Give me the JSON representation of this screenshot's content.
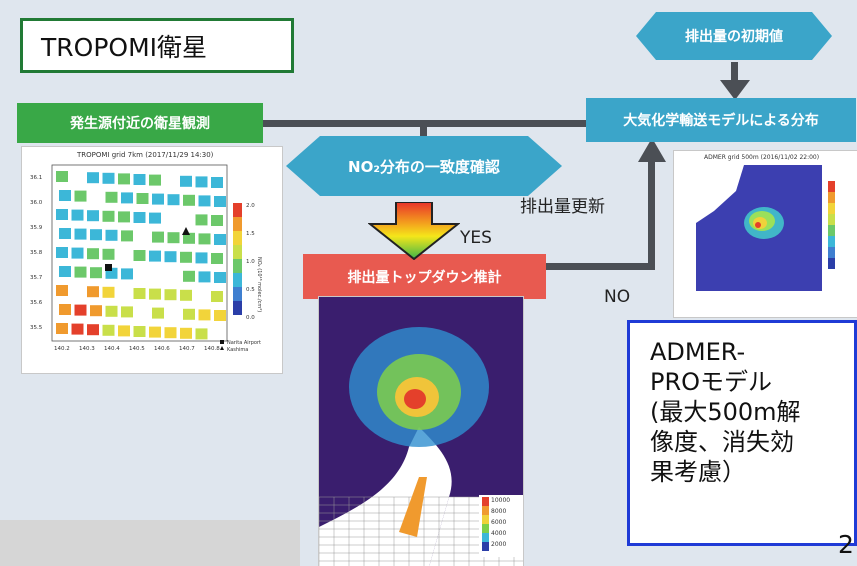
{
  "title_box": "TROPOMI衛星",
  "boxes": {
    "initial_emission": "排出量の初期値",
    "satellite_observation": "発生源付近の衛星観測",
    "no2_comparison": "NO₂分布の一致度確認",
    "topdown_estimate": "排出量トップダウン推計",
    "transport_model": "大気化学輸送モデルによる分布"
  },
  "labels": {
    "update_emission": "排出量更新",
    "yes": "YES",
    "no": "NO"
  },
  "tropomi_map": {
    "title": "TROPOMI grid 7km (2017/11/29 14:30)",
    "y_ticks": [
      "36.1",
      "36.0",
      "35.9",
      "35.8",
      "35.7",
      "35.6",
      "35.5"
    ],
    "x_ticks": [
      "140.2",
      "140.3",
      "140.4",
      "140.5",
      "140.6",
      "140.7",
      "140.8"
    ],
    "colorbar_ticks": [
      "2.0",
      "1.5",
      "1.0",
      "0.5",
      "0.0"
    ],
    "colorbar_label": "NO₂ (10¹⁶ molec./cm²)",
    "legend": [
      "Narita Airport",
      "Kashima"
    ]
  },
  "admer_map": {
    "title": "ADMER grid 500m (2016/11/02 22:00)"
  },
  "emission_map": {
    "colorbar_ticks": [
      "10000",
      "8000",
      "6000",
      "4000",
      "2000"
    ]
  },
  "admer_box": {
    "lines": [
      "ADMER-",
      "PROモデル",
      "(最大500m解",
      "像度、消失効",
      "果考慮）"
    ]
  },
  "page_number": "2",
  "colors": {
    "green": "#39a847",
    "teal": "#3ba5c9",
    "red": "#e85a50",
    "title_border": "#217a35",
    "admer_border": "#1f3bd6"
  }
}
